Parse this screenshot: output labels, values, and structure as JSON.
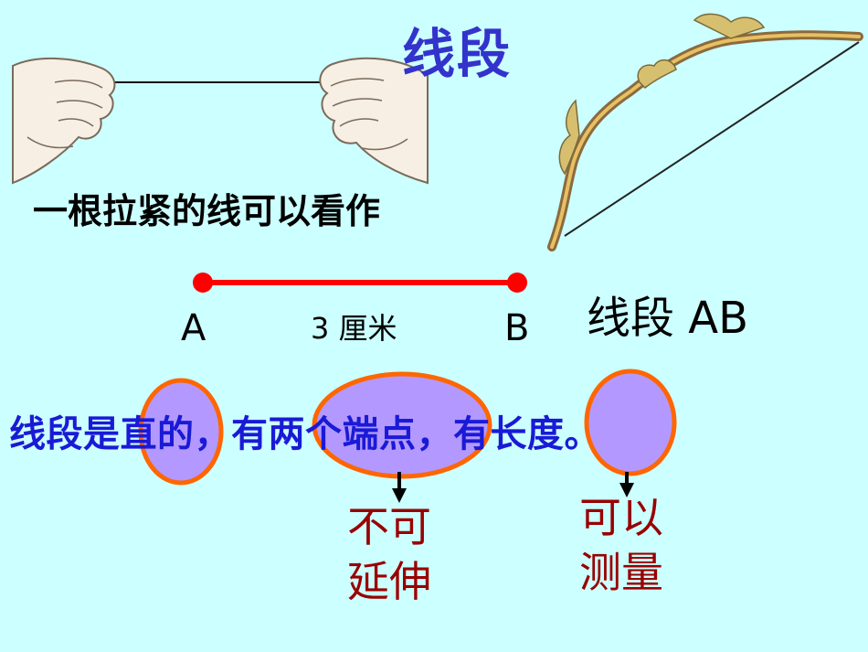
{
  "title": "线段",
  "caption": "一根拉紧的线可以看作",
  "segment": {
    "point_a": "A",
    "point_b": "B",
    "length_label": "3 厘米",
    "name": "线段 AB"
  },
  "sentence": "线段是直的，有两个端点，有长度。",
  "notes": {
    "endpoints": [
      "不可",
      "延伸"
    ],
    "length": [
      "可以",
      "测量"
    ]
  },
  "colors": {
    "background": "#ccffff",
    "title": "#3333cc",
    "segment": "#ff0000",
    "highlight_fill": "#b399ff",
    "highlight_stroke": "#ff6600",
    "note": "#990000"
  }
}
